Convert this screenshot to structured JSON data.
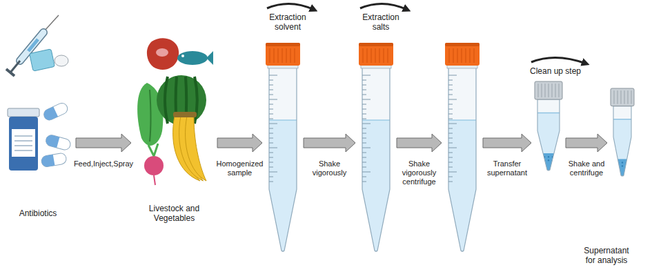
{
  "diagram": {
    "nodes": [
      {
        "text": [
          "Antibiotics"
        ]
      },
      {
        "text": [
          "Livestock and Vegetables"
        ]
      },
      {
        "text": [
          "Extraction solvent"
        ]
      },
      {
        "text": [
          "Extraction salts"
        ]
      },
      {
        "text": []
      },
      {
        "text": [
          "Clean up step"
        ]
      },
      {
        "text": [
          "Supernatant for analysis"
        ]
      }
    ],
    "edges": [
      {
        "from": 0,
        "to": 1,
        "label": "Feed,Inject,Spray",
        "arrow": "to"
      },
      {
        "from": 1,
        "to": 2,
        "label": "Homogenized sample",
        "arrow": "to"
      },
      {
        "from": 2,
        "to": 3,
        "label": "Shake vigorously",
        "arrow": "to"
      },
      {
        "from": 3,
        "to": 4,
        "label": "Shake vigorously centrifuge",
        "arrow": "to"
      },
      {
        "from": 4,
        "to": 5,
        "label": "Transfer supernatant",
        "arrow": "to"
      },
      {
        "from": 5,
        "to": 6,
        "label": "Shake and centrifuge",
        "arrow": "to"
      }
    ]
  }
}
